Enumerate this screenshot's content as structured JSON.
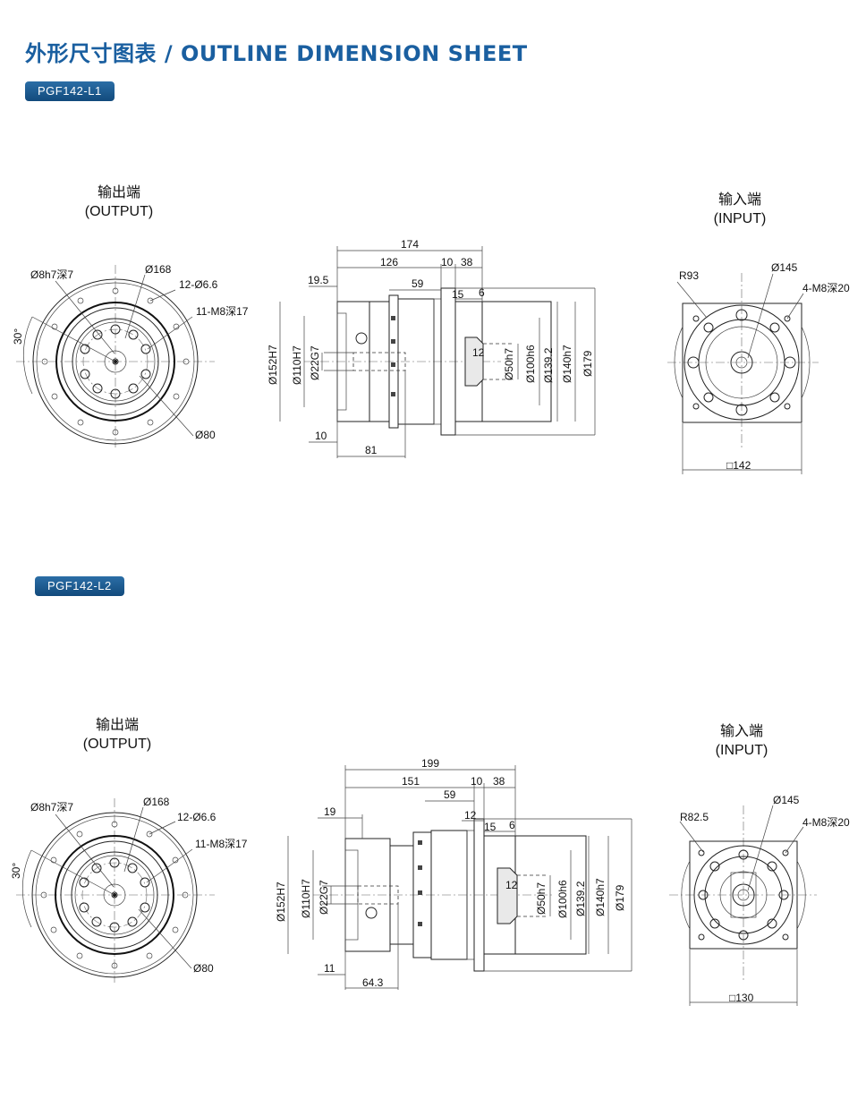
{
  "header": {
    "title": "外形尺寸图表 / OUTLINE DIMENSION SHEET"
  },
  "models": [
    {
      "badge": "PGF142-L1",
      "output_label": "输出端",
      "output_sub": "(OUTPUT)",
      "input_label": "输入端",
      "input_sub": "(INPUT)",
      "front": {
        "d_pin": "Ø8h7深7",
        "d_pcd": "Ø168",
        "holes": "12-Ø6.6",
        "tap": "11-M8深17",
        "angle": "30°",
        "d_inner": "Ø80"
      },
      "side": {
        "total": "174",
        "d126": "126",
        "d10": "10",
        "d38": "38",
        "d19": "19.5",
        "d59": "59",
        "d15": "15",
        "d6": "6",
        "d12": "12",
        "d10b": "10",
        "d81": "81",
        "dia": [
          "Ø152H7",
          "Ø110H7",
          "Ø22G7",
          "Ø50h7",
          "Ø100h6",
          "Ø139.2",
          "Ø140h7",
          "Ø179"
        ]
      },
      "input": {
        "radius": "R93",
        "pcd": "Ø145",
        "tap": "4-M8深20",
        "square": "□142"
      }
    },
    {
      "badge": "PGF142-L2",
      "output_label": "输出端",
      "output_sub": "(OUTPUT)",
      "input_label": "输入端",
      "input_sub": "(INPUT)",
      "front": {
        "d_pin": "Ø8h7深7",
        "d_pcd": "Ø168",
        "holes": "12-Ø6.6",
        "tap": "11-M8深17",
        "angle": "30°",
        "d_inner": "Ø80"
      },
      "side": {
        "total": "199",
        "d126": "151",
        "d10": "10",
        "d38": "38",
        "d19": "19",
        "d59": "59",
        "d12top": "12",
        "d15": "15",
        "d6": "6",
        "d12": "12",
        "d10b": "11",
        "d81": "64.3",
        "dia": [
          "Ø152H7",
          "Ø110H7",
          "Ø22G7",
          "Ø50h7",
          "Ø100h6",
          "Ø139.2",
          "Ø140h7",
          "Ø179"
        ]
      },
      "input": {
        "radius": "R82.5",
        "pcd": "Ø145",
        "tap": "4-M8深20",
        "square": "□130"
      }
    }
  ],
  "colors": {
    "accent": "#1a5fa0",
    "badge": "#1c5588"
  }
}
